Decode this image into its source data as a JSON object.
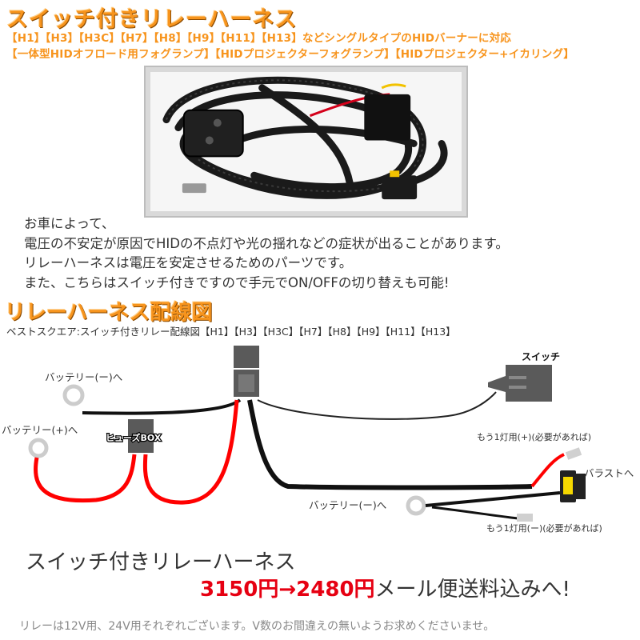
{
  "header": {
    "title": "スイッチ付きリレーハーネス",
    "tagline_1": "【H1】【H3】【H3C】【H7】【H8】【H9】【H11】【H13】などシングルタイプのHIDバーナーに対応",
    "tagline_2": "【一体型HIDオフロード用フォグランプ】【HIDプロジェクターフォグランプ】【HIDプロジェクター+イカリング】"
  },
  "description": {
    "line_1": "お車によって、",
    "line_2": "電圧の不安定が原因でHIDの不点灯や光の揺れなどの症状が出ることがあります。",
    "line_3": "リレーハーネスは電圧を安定させるためのパーツです。",
    "line_4": "また、こちらはスイッチ付きですので手元でON/OFFの切り替えも可能!"
  },
  "diagram": {
    "title": "リレーハーネス配線図",
    "caption": "ベストスクエア:スイッチ付きリレー配線図【H1】【H3】【H3C】【H7】【H8】【H9】【H11】【H13】",
    "labels": {
      "battery_negative_top": "バッテリー(ー)へ",
      "battery_positive": "バッテリー(+)へ",
      "fuse_box": "ヒューズBOX",
      "switch": "スイッチ",
      "extra_light_positive": "もう1灯用(+)(必要があれば)",
      "ballast": "バラストへ",
      "battery_negative_bottom": "バッテリー(ー)へ",
      "extra_light_negative": "もう1灯用(ー)(必要があれば)"
    },
    "colors": {
      "positive_wire": "#ff0000",
      "negative_wire": "#111111",
      "connector": "#555555"
    }
  },
  "pricing": {
    "heading": "スイッチ付きリレーハーネス",
    "old_price": "3150円",
    "arrow": "→",
    "new_price": "2480円",
    "note": "メール便送料込みへ!"
  },
  "footer": {
    "note": "リレーは12V用、24V用それぞれございます。V数のお間違えの無いようお求めくださいませ。"
  },
  "theme": {
    "accent": "#f7941d",
    "price_red": "#e60012",
    "text": "#333333"
  }
}
